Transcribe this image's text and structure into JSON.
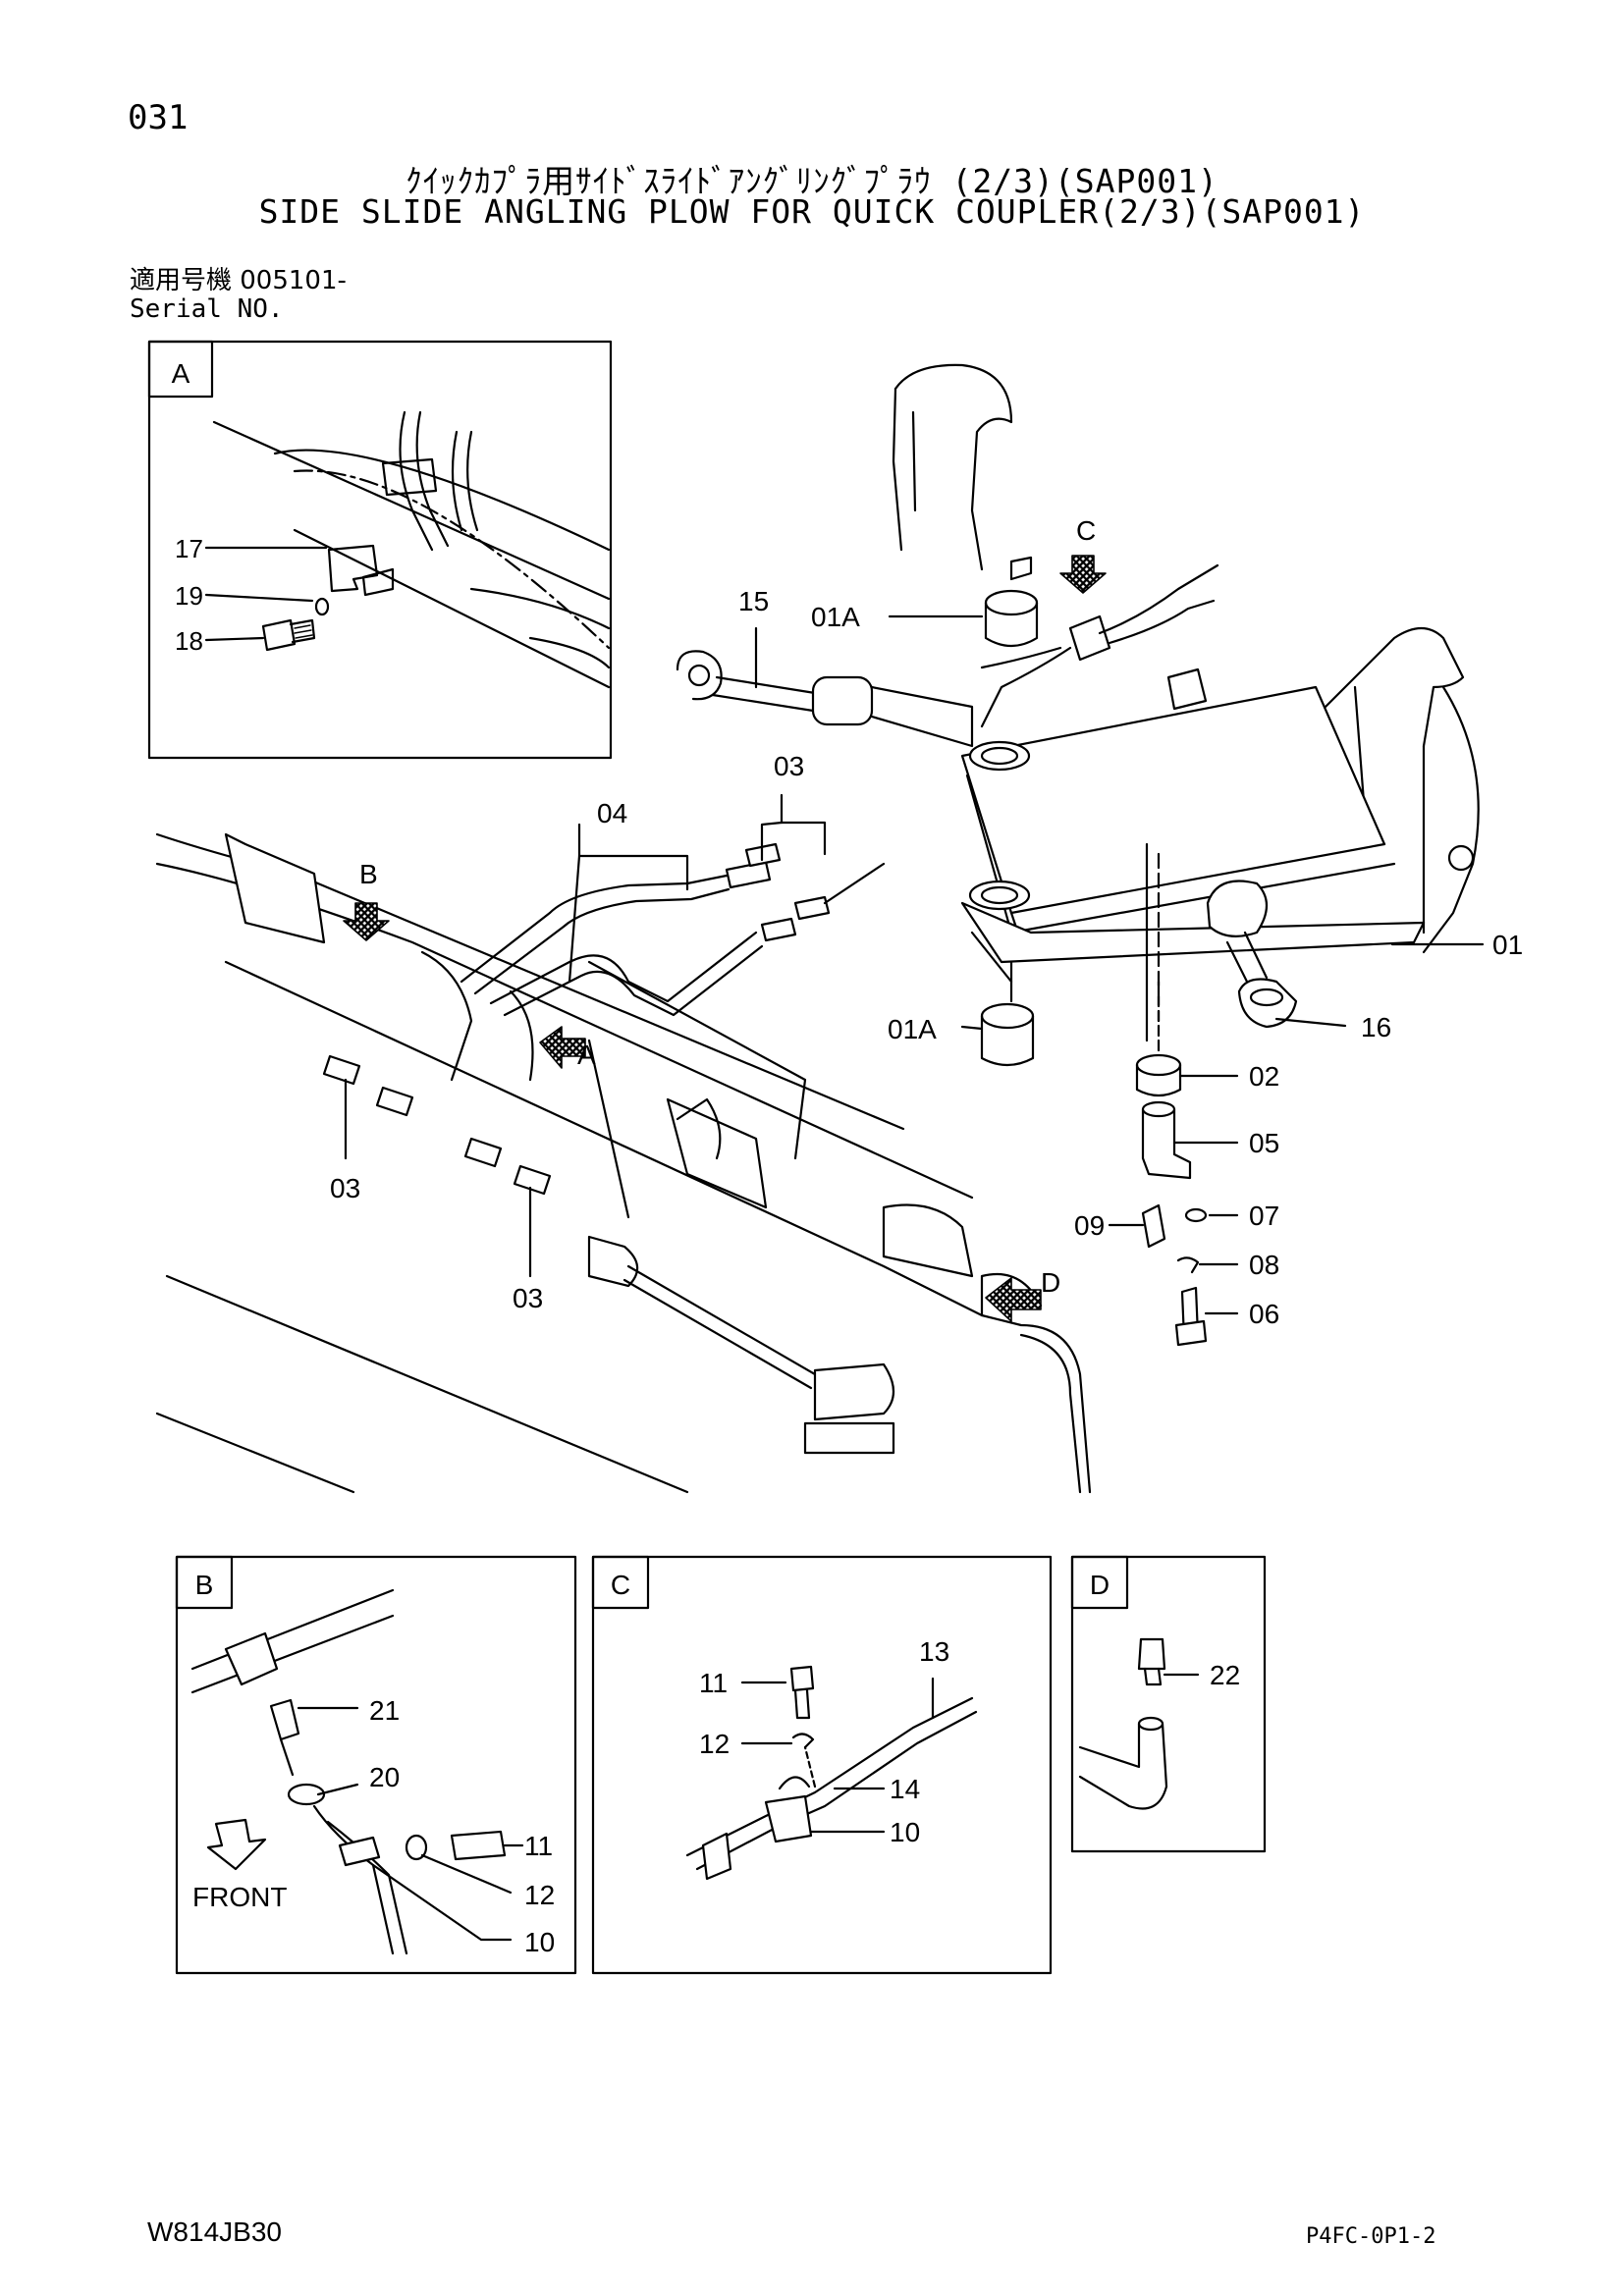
{
  "page_number": "031",
  "title_jp": "ｸｲｯｸｶﾌﾟﾗ用ｻｲﾄﾞｽﾗｲﾄﾞｱﾝｸﾞﾘﾝｸﾞﾌﾟﾗｳ (2/3)(SAP001)",
  "title_en": "SIDE SLIDE ANGLING PLOW FOR QUICK COUPLER(2/3)(SAP001)",
  "serial_jp": "適用号機 005101-",
  "serial_en": "Serial NO.",
  "footer_left": "W814JB30",
  "footer_right": "P4FC-0P1-2",
  "views": {
    "A": "A",
    "B": "B",
    "C": "C",
    "D": "D"
  },
  "main_labels": {
    "p01": "01",
    "p01a_top": "01A",
    "p01a_bottom": "01A",
    "p02": "02",
    "p03_top": "03",
    "p03_left": "03",
    "p03_bottom": "03",
    "p04": "04",
    "p05": "05",
    "p06": "06",
    "p07": "07",
    "p08": "08",
    "p09": "09",
    "p15": "15",
    "p16": "16",
    "arrow_a": "A",
    "arrow_b": "B",
    "arrow_c": "C",
    "arrow_d": "D"
  },
  "view_a_labels": {
    "p17": "17",
    "p18": "18",
    "p19": "19"
  },
  "view_b_labels": {
    "p21": "21",
    "p20": "20",
    "p11": "11",
    "p12": "12",
    "p10": "10",
    "front": "FRONT"
  },
  "view_c_labels": {
    "p11": "11",
    "p12": "12",
    "p13": "13",
    "p14": "14",
    "p10": "10"
  },
  "view_d_labels": {
    "p22": "22"
  }
}
